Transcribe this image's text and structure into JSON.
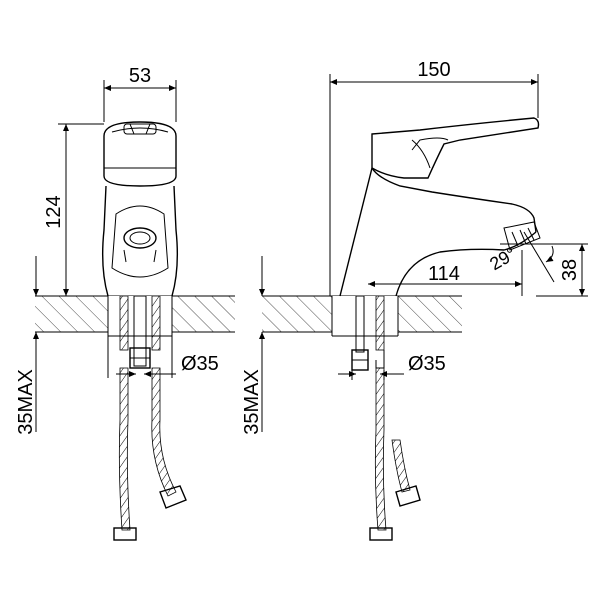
{
  "dimensions": {
    "front_width": "53",
    "front_height": "124",
    "front_hole": "Ø35",
    "front_max": "35MAX",
    "side_width": "150",
    "side_reach": "114",
    "side_angle": "29°",
    "side_spout_height": "38",
    "side_hole": "Ø35",
    "side_max": "35MAX"
  }
}
